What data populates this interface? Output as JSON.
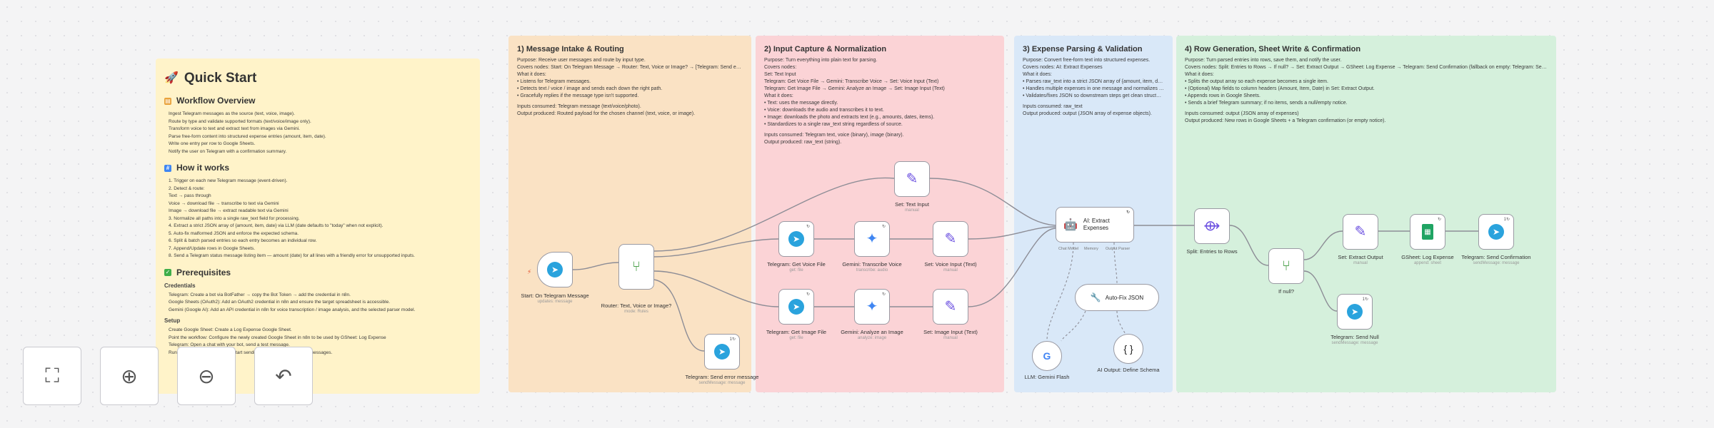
{
  "quick_start": {
    "title": "Quick Start",
    "overview_heading": "Workflow Overview",
    "overview_items": [
      "Ingest Telegram messages as the source (text, voice, image).",
      "Route by type and validate supported formats (text/voice/image only).",
      "Transform voice to text and extract text from images via Gemini.",
      "Parse free-form content into structured expense entries (amount, item, date).",
      "Write one entry per row to Google Sheets.",
      "Notify the user on Telegram with a confirmation summary."
    ],
    "how_heading": "How it works",
    "how_items": [
      "1. Trigger on each new Telegram message (event-driven).",
      "2. Detect & route:",
      "   Text → pass through",
      "   Voice → download file → transcribe to text via Gemini",
      "   Image → download file → extract readable text via Gemini",
      "3. Normalize all paths into a single raw_text field for processing.",
      "4. Extract a strict JSON array of {amount, item, date} via LLM (date defaults to \"today\" when not explicit).",
      "5. Auto-fix malformed JSON and enforce the expected schema.",
      "6. Split & batch parsed entries so each entry becomes an individual row.",
      "7. Append/Update rows in Google Sheets.",
      "8. Send a Telegram status message listing item — amount (date) for all lines with a friendly error for unsupported inputs."
    ],
    "prereq_heading": "Prerequisites",
    "credentials_heading": "Credentials",
    "credentials_items": [
      "Telegram: Create a bot via BotFather → copy the Bot Token → add the credential in n8n.",
      "Google Sheets (OAuth2): Add an OAuth2 credential in n8n and ensure the target spreadsheet is accessible.",
      "Gemini (Google AI): Add an API credential in n8n for voice transcription / image analysis, and the selected parser model."
    ],
    "setup_heading": "Setup",
    "setup_items": [
      "Create Google Sheet: Create a Log Expense Google Sheet.",
      "Point the workflow: Configure the newly created Google Sheet in n8n to be used by GSheet: Log Expense",
      "Telegram: Open a chat with your bot, send a test message.",
      "Run: Activate the workflow and start sending expenses via Telegram messages."
    ]
  },
  "section1": {
    "title": "1) Message Intake & Routing",
    "lines": [
      "Purpose: Receive user messages and route by input type.",
      "Covers nodes: Start: On Telegram Message → Router: Text, Voice or Image? → [Telegram: Send error message on unsupported input]",
      "What it does:",
      "• Listens for Telegram messages.",
      "• Detects text / voice / image and sends each down the right path.",
      "• Gracefully replies if the message type isn't supported.",
      "",
      "Inputs consumed: Telegram message (text/voice/photo).",
      "Output produced: Routed payload for the chosen channel (text, voice, or image)."
    ]
  },
  "section2": {
    "title": "2) Input Capture & Normalization",
    "lines": [
      "Purpose: Turn everything into plain text for parsing.",
      "Covers nodes:",
      "Set: Text Input",
      "Telegram: Get Voice File → Gemini: Transcribe Voice → Set: Voice Input (Text)",
      "Telegram: Get Image File → Gemini: Analyze an Image → Set: Image Input (Text)",
      "What it does:",
      "• Text: uses the message directly.",
      "• Voice: downloads the audio and transcribes it to text.",
      "• Image: downloads the photo and extracts text (e.g., amounts, dates, items).",
      "• Standardizes to a single raw_text string regardless of source.",
      "",
      "Inputs consumed: Telegram text, voice (binary), image (binary).",
      "Output produced: raw_text (string)."
    ]
  },
  "section3": {
    "title": "3) Expense Parsing & Validation",
    "lines": [
      "Purpose: Convert free-form text into structured expenses.",
      "Covers nodes: AI: Extract Expenses",
      "What it does:",
      "• Parses raw_text into a strict JSON array of {amount, item, date}.",
      "• Handles multiple expenses in one message and normalizes dates/amounts.",
      "• Validates/fixes JSON so downstream steps get clean structure.",
      "",
      "Inputs consumed: raw_text",
      "Output produced: output (JSON array of expense objects)."
    ]
  },
  "section4": {
    "title": "4) Row Generation, Sheet Write & Confirmation",
    "lines": [
      "Purpose: Turn parsed entries into rows, save them, and notify the user.",
      "Covers nodes: Split: Entries to Rows → If null? → Set: Extract Output → GSheet: Log Expense → Telegram: Send Confirmation (fallback on empty: Telegram: Send Null)",
      "What it does:",
      "• Splits the output array so each expense becomes a single item.",
      "• (Optional) Map fields to column headers (Amount, Item, Date) in Set: Extract Output.",
      "• Appends rows in Google Sheets.",
      "• Sends a brief Telegram summary; if no items, sends a null/empty notice.",
      "",
      "Inputs consumed: output (JSON array of expenses)",
      "Output produced: New rows in Google Sheets + a Telegram confirmation (or empty notice)."
    ]
  },
  "nodes": {
    "start": {
      "label": "Start: On Telegram Message",
      "sub": "updates: message"
    },
    "router": {
      "label": "Router: Text, Voice or Image?",
      "sub": "mode: Rules"
    },
    "send_error": {
      "label": "Telegram: Send error message",
      "sub": "sendMessage: message"
    },
    "set_text": {
      "label": "Set: Text Input",
      "sub": "manual"
    },
    "get_voice": {
      "label": "Telegram: Get Voice File",
      "sub": "get: file"
    },
    "transcribe": {
      "label": "Gemini: Transcribe Voice",
      "sub": "transcribe: audio"
    },
    "voice_text": {
      "label": "Set: Voice Input (Text)",
      "sub": "manual"
    },
    "get_image": {
      "label": "Telegram: Get Image File",
      "sub": "get: file"
    },
    "analyze": {
      "label": "Gemini: Analyze an Image",
      "sub": "analyze: image"
    },
    "image_text": {
      "label": "Set: Image Input (Text)",
      "sub": "manual"
    },
    "ai_extract": {
      "label": "AI: Extract Expenses",
      "sub": ""
    },
    "autofix": {
      "label": "Auto-Fix JSON"
    },
    "llm": {
      "label": "LLM: Gemini Flash"
    },
    "schema": {
      "label": "AI Output: Define Schema"
    },
    "split": {
      "label": "Split: Entries to Rows"
    },
    "ifnull": {
      "label": "If null?"
    },
    "extract_output": {
      "label": "Set: Extract Output",
      "sub": "manual"
    },
    "gsheet": {
      "label": "GSheet: Log Expense",
      "sub": "append: sheet"
    },
    "confirm": {
      "label": "Telegram: Send Confirmation",
      "sub": "sendMessage: message"
    },
    "send_null": {
      "label": "Telegram: Send Null",
      "sub": "sendMessage: message"
    }
  },
  "agent_ports": {
    "chat_model": "Chat Model",
    "memory": "Memory",
    "parser": "Output Parser"
  },
  "icons": {
    "telegram": "telegram-icon",
    "switch": "switch-icon",
    "pen": "pen-icon",
    "gemini": "gemini-icon",
    "robot": "robot-icon",
    "sheets": "sheets-icon",
    "google": "google-icon",
    "braces": "braces-icon"
  },
  "controls": {
    "fit": "fit-view",
    "zoom_in": "zoom-in",
    "zoom_out": "zoom-out",
    "undo": "undo"
  },
  "colors": {
    "quick_start": "#fff3c9",
    "section1": "#fae2c4",
    "section2": "#fbd3d6",
    "section3": "#d9e8f8",
    "section4": "#d5f0dc",
    "telegram": "#2aa3dd"
  }
}
